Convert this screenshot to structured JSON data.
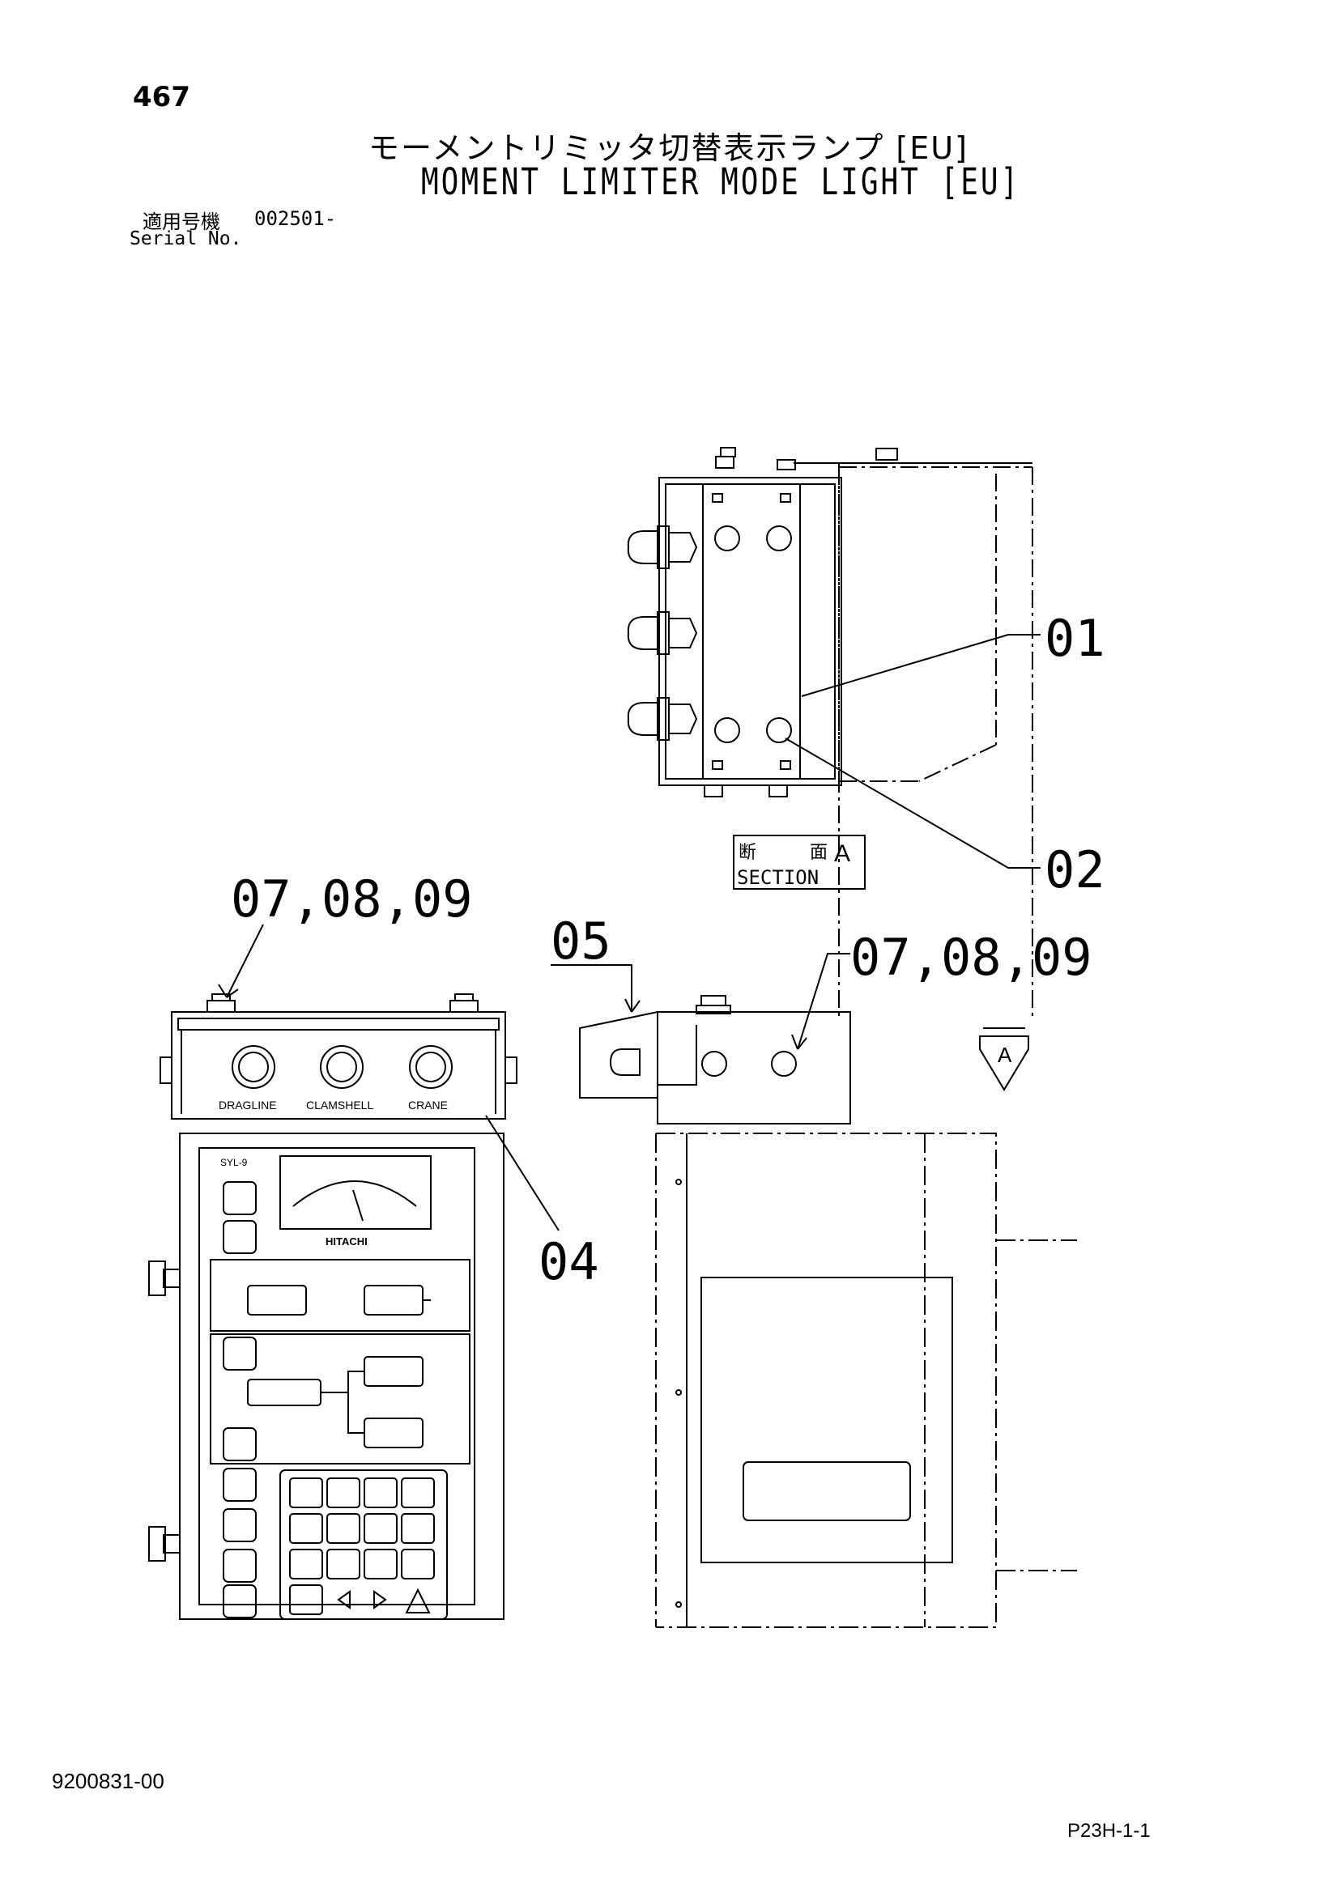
{
  "header": {
    "page_number": "467",
    "title_ja": "モーメントリミッタ切替表示ランプ [EU]",
    "title_en": "MOMENT LIMITER MODE LIGHT [EU]",
    "serial_label_ja": "適用号機",
    "serial_value": "002501-",
    "serial_label_en": "Serial No."
  },
  "callouts": {
    "c01": "01",
    "c02": "02",
    "c04": "04",
    "c05": "05",
    "c070809_left": "07,08,09",
    "c070809_right": "07,08,09"
  },
  "section_label": {
    "ja_left": "断",
    "ja_right": "面",
    "letter": "A",
    "en": "SECTION"
  },
  "view_arrow_letter": "A",
  "panel_labels": {
    "dragline": "DRAGLINE",
    "clamshell": "CLAMSHELL",
    "crane": "CRANE",
    "model": "SYL-9",
    "brand": "HITACHI"
  },
  "footer": {
    "document_number": "9200831-00",
    "reference": "P23H-1-1"
  }
}
